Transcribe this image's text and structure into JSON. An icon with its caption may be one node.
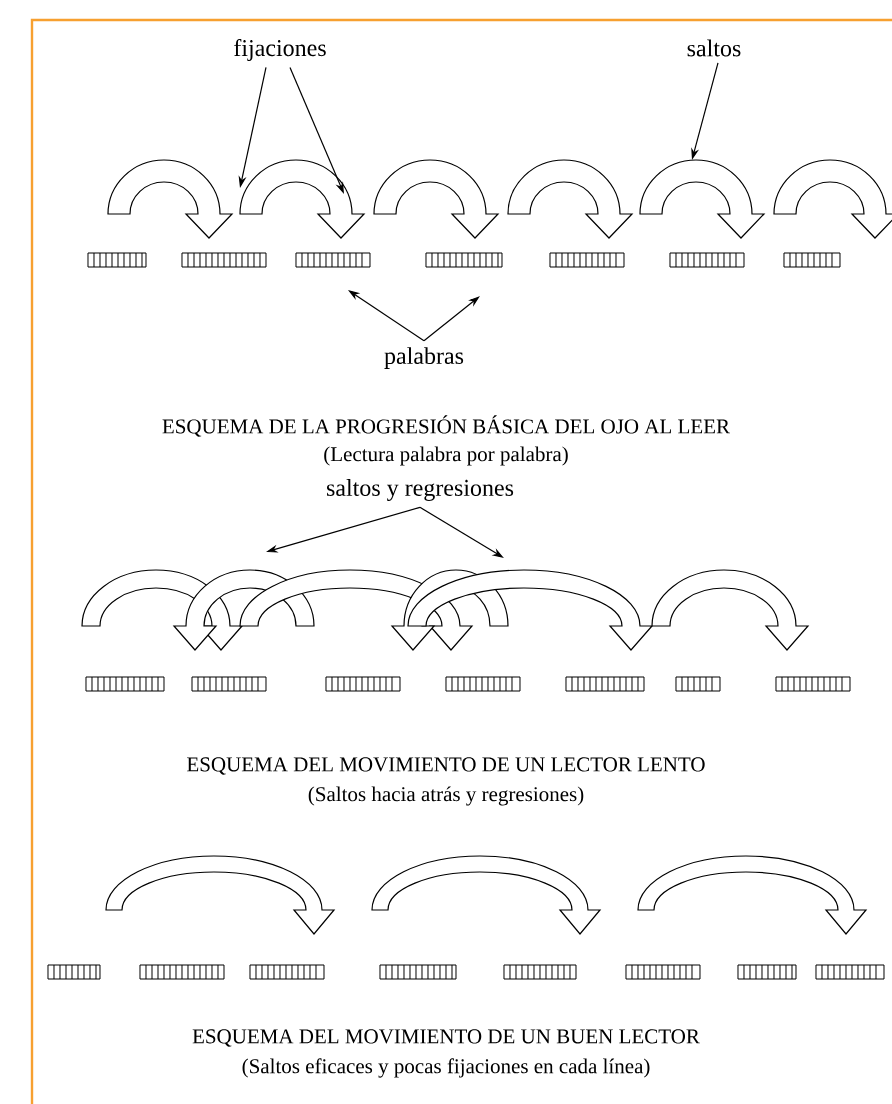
{
  "diagram": {
    "nodes": [
      {
        "text": [
          "fijaciones"
        ]
      },
      {
        "text": [
          "saltos"
        ]
      },
      {
        "text": [
          "palabras"
        ]
      },
      {
        "text": [
          "saltos y regresiones"
        ]
      }
    ],
    "edges": [
      {
        "from": 0,
        "to": null,
        "arrow": "to"
      },
      {
        "from": 0,
        "to": null,
        "arrow": "to"
      },
      {
        "from": 1,
        "to": null,
        "arrow": "to"
      },
      {
        "from": 2,
        "to": null,
        "arrow": "to"
      },
      {
        "from": 2,
        "to": null,
        "arrow": "to"
      },
      {
        "from": 3,
        "to": null,
        "arrow": "to"
      },
      {
        "from": 3,
        "to": null,
        "arrow": "to"
      }
    ],
    "labels": [
      "ESQUEMA DE LA PROGRESIÓN BÁSICA DEL OJO AL LEER",
      "(Lectura palabra por palabra)",
      "ESQUEMA DEL MOVIMIENTO DE UN LECTOR LENTO",
      "(Saltos hacia atrás y regresiones)",
      "ESQUEMA DEL MOVIMIENTO DE UN BUEN LECTOR",
      "(Saltos eficaces y pocas fijaciones en cada línea)"
    ]
  }
}
